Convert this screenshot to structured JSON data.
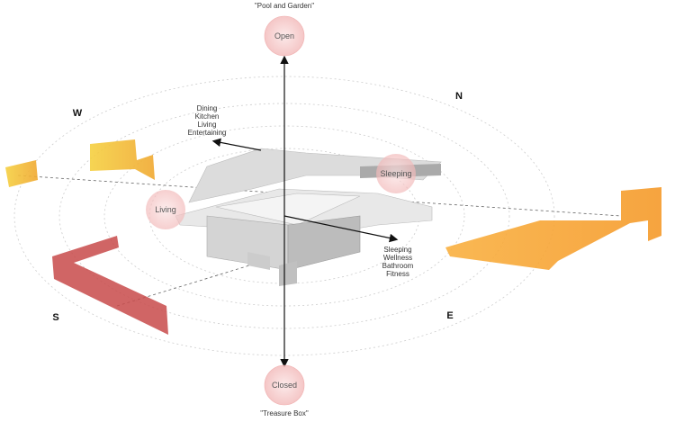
{
  "directions": {
    "west": "W",
    "north": "N",
    "south": "S",
    "east": "E"
  },
  "top": {
    "caption": "\"Pool and Garden\"",
    "circle_label": "Open"
  },
  "bottom": {
    "caption": "\"Treasure Box\"",
    "circle_label": "Closed"
  },
  "left_zone": {
    "circle_label": "Living"
  },
  "right_zone": {
    "circle_label": "Sleeping"
  },
  "upper_floor_program": [
    "Dining",
    "Kitchen",
    "Living",
    "Entertaining"
  ],
  "lower_floor_program": [
    "Sleeping",
    "Wellness",
    "Bathroom",
    "Fitness"
  ],
  "colors": {
    "yellow": "#f2c230",
    "orange": "#f7a030",
    "red": "#c84a4a",
    "circle": "#f7d4d4"
  }
}
